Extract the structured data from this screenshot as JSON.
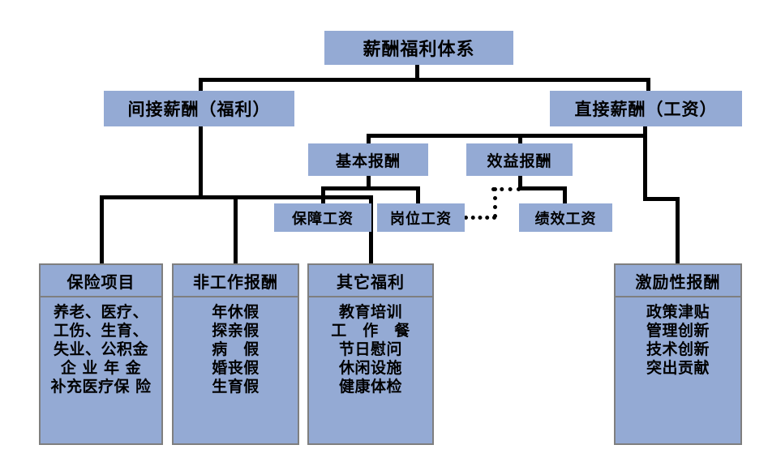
{
  "diagram": {
    "title": "薪酬福利体系",
    "colors": {
      "box_fill": "#94aad4",
      "box_border": "#7f7f7f",
      "connector": "#000000",
      "background": "#ffffff"
    },
    "nodes": {
      "root": "薪酬福利体系",
      "indirect": "间接薪酬（福利）",
      "direct": "直接薪酬（工资）",
      "basic_pay": "基本报酬",
      "benefit_pay": "效益报酬",
      "guarantee_wage": "保障工资",
      "post_wage": "岗位工资",
      "performance_wage": "绩效工资"
    },
    "panels": [
      {
        "header": "保险项目",
        "items": [
          "养老、医疗、",
          "工伤、生育、",
          "失业、公积金",
          "企 业 年 金",
          "补充医疗保 险"
        ]
      },
      {
        "header": "非工作报酬",
        "items": [
          "年休假",
          "探亲假",
          "病　假",
          "婚丧假",
          "生育假"
        ]
      },
      {
        "header": "其它福利",
        "items": [
          "教育培训",
          "工　作　餐",
          "节日慰问",
          "休闲设施",
          "健康体检"
        ]
      },
      {
        "header": "激励性报酬",
        "items": [
          "政策津贴",
          "管理创新",
          "技术创新",
          "突出贡献"
        ]
      }
    ]
  }
}
